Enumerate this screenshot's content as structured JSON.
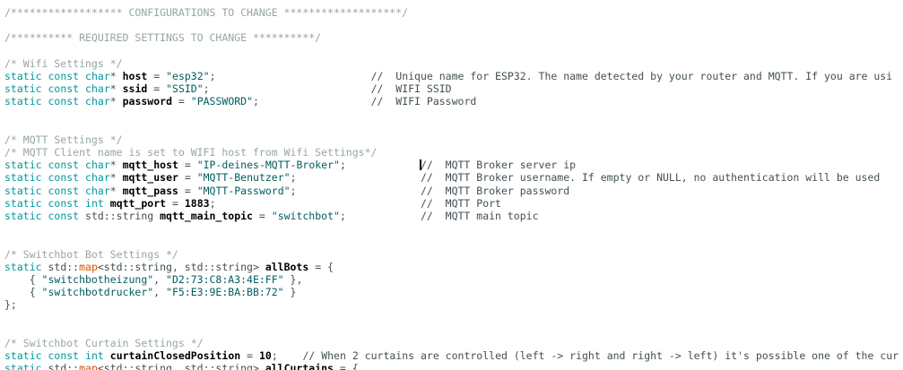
{
  "editor": {
    "type": "code-view",
    "language": "cpp-arduino",
    "caret_line_index": 12,
    "colors": {
      "background": "#FFFFFF",
      "keyword": "#00979C",
      "function": "#D35400",
      "string": "#005C5F",
      "identifier": "#000000",
      "operator": "#434F54",
      "comment_block": "#95A5A6",
      "comment_line": "#434F54",
      "caret": "#000000"
    }
  },
  "code": {
    "lines": [
      [
        [
          "c1",
          "/****************** CONFIGURATIONS TO CHANGE *******************/"
        ]
      ],
      [],
      [
        [
          "c1",
          "/********** REQUIRED SETTINGS TO CHANGE **********/"
        ]
      ],
      [],
      [
        [
          "c1",
          "/* Wifi Settings */"
        ]
      ],
      [
        [
          "kw",
          "static"
        ],
        [
          "plain",
          " "
        ],
        [
          "kw",
          "const"
        ],
        [
          "plain",
          " "
        ],
        [
          "kw",
          "char"
        ],
        [
          "plain",
          "* "
        ],
        [
          "ident",
          "host"
        ],
        [
          "plain",
          " = "
        ],
        [
          "str",
          "\"esp32\""
        ],
        [
          "plain",
          ";                         "
        ],
        [
          "c2",
          "//  Unique name for ESP32. The name detected by your router and MQTT. If you are usi"
        ]
      ],
      [
        [
          "kw",
          "static"
        ],
        [
          "plain",
          " "
        ],
        [
          "kw",
          "const"
        ],
        [
          "plain",
          " "
        ],
        [
          "kw",
          "char"
        ],
        [
          "plain",
          "* "
        ],
        [
          "ident",
          "ssid"
        ],
        [
          "plain",
          " = "
        ],
        [
          "str",
          "\"SSID\""
        ],
        [
          "plain",
          ";                          "
        ],
        [
          "c2",
          "//  WIFI SSID"
        ]
      ],
      [
        [
          "kw",
          "static"
        ],
        [
          "plain",
          " "
        ],
        [
          "kw",
          "const"
        ],
        [
          "plain",
          " "
        ],
        [
          "kw",
          "char"
        ],
        [
          "plain",
          "* "
        ],
        [
          "ident",
          "password"
        ],
        [
          "plain",
          " = "
        ],
        [
          "str",
          "\"PASSWORD\""
        ],
        [
          "plain",
          ";                  "
        ],
        [
          "c2",
          "//  WIFI Password"
        ]
      ],
      [],
      [],
      [
        [
          "c1",
          "/* MQTT Settings */"
        ]
      ],
      [
        [
          "c1",
          "/* MQTT Client name is set to WIFI host from Wifi Settings*/"
        ]
      ],
      [
        [
          "kw",
          "static"
        ],
        [
          "plain",
          " "
        ],
        [
          "kw",
          "const"
        ],
        [
          "plain",
          " "
        ],
        [
          "kw",
          "char"
        ],
        [
          "plain",
          "* "
        ],
        [
          "ident",
          "mqtt_host"
        ],
        [
          "plain",
          " = "
        ],
        [
          "str",
          "\"IP-deines-MQTT-Broker\""
        ],
        [
          "plain",
          ";            "
        ],
        [
          "caret",
          ""
        ],
        [
          "c2",
          "//  MQTT Broker server ip"
        ]
      ],
      [
        [
          "kw",
          "static"
        ],
        [
          "plain",
          " "
        ],
        [
          "kw",
          "const"
        ],
        [
          "plain",
          " "
        ],
        [
          "kw",
          "char"
        ],
        [
          "plain",
          "* "
        ],
        [
          "ident",
          "mqtt_user"
        ],
        [
          "plain",
          " = "
        ],
        [
          "str",
          "\"MQTT-Benutzer\""
        ],
        [
          "plain",
          ";                    "
        ],
        [
          "c2",
          "//  MQTT Broker username. If empty or NULL, no authentication will be used"
        ]
      ],
      [
        [
          "kw",
          "static"
        ],
        [
          "plain",
          " "
        ],
        [
          "kw",
          "const"
        ],
        [
          "plain",
          " "
        ],
        [
          "kw",
          "char"
        ],
        [
          "plain",
          "* "
        ],
        [
          "ident",
          "mqtt_pass"
        ],
        [
          "plain",
          " = "
        ],
        [
          "str",
          "\"MQTT-Password\""
        ],
        [
          "plain",
          ";                    "
        ],
        [
          "c2",
          "//  MQTT Broker password"
        ]
      ],
      [
        [
          "kw",
          "static"
        ],
        [
          "plain",
          " "
        ],
        [
          "kw",
          "const"
        ],
        [
          "plain",
          " "
        ],
        [
          "kw",
          "int"
        ],
        [
          "plain",
          " "
        ],
        [
          "ident",
          "mqtt_port"
        ],
        [
          "plain",
          " = "
        ],
        [
          "num",
          "1883"
        ],
        [
          "plain",
          ";                                 "
        ],
        [
          "c2",
          "//  MQTT Port"
        ]
      ],
      [
        [
          "kw",
          "static"
        ],
        [
          "plain",
          " "
        ],
        [
          "kw",
          "const"
        ],
        [
          "plain",
          " std::string "
        ],
        [
          "ident",
          "mqtt_main_topic"
        ],
        [
          "plain",
          " = "
        ],
        [
          "str",
          "\"switchbot\""
        ],
        [
          "plain",
          ";            "
        ],
        [
          "c2",
          "//  MQTT main topic"
        ]
      ],
      [],
      [],
      [
        [
          "c1",
          "/* Switchbot Bot Settings */"
        ]
      ],
      [
        [
          "kw",
          "static"
        ],
        [
          "plain",
          " std::"
        ],
        [
          "fn",
          "map"
        ],
        [
          "plain",
          "<std::string, std::string> "
        ],
        [
          "ident",
          "allBots"
        ],
        [
          "plain",
          " = {"
        ]
      ],
      [
        [
          "plain",
          "    { "
        ],
        [
          "str",
          "\"switchbotheizung\""
        ],
        [
          "plain",
          ", "
        ],
        [
          "str",
          "\"D2:73:C8:A3:4E:FF\""
        ],
        [
          "plain",
          " },"
        ]
      ],
      [
        [
          "plain",
          "    { "
        ],
        [
          "str",
          "\"switchbotdrucker\""
        ],
        [
          "plain",
          ", "
        ],
        [
          "str",
          "\"F5:E3:9E:BA:BB:72\""
        ],
        [
          "plain",
          " }"
        ]
      ],
      [
        [
          "plain",
          "};"
        ]
      ],
      [],
      [],
      [
        [
          "c1",
          "/* Switchbot Curtain Settings */"
        ]
      ],
      [
        [
          "kw",
          "static"
        ],
        [
          "plain",
          " "
        ],
        [
          "kw",
          "const"
        ],
        [
          "plain",
          " "
        ],
        [
          "kw",
          "int"
        ],
        [
          "plain",
          " "
        ],
        [
          "ident",
          "curtainClosedPosition"
        ],
        [
          "plain",
          " = "
        ],
        [
          "num",
          "10"
        ],
        [
          "plain",
          ";    "
        ],
        [
          "c2",
          "// When 2 curtains are controlled (left -> right and right -> left) it's possible one of the cur"
        ]
      ],
      [
        [
          "kw",
          "static"
        ],
        [
          "plain",
          " std::"
        ],
        [
          "fn",
          "map"
        ],
        [
          "plain",
          "<std::string, std::string> "
        ],
        [
          "ident",
          "allCurtains"
        ],
        [
          "plain",
          " = {"
        ]
      ]
    ]
  }
}
